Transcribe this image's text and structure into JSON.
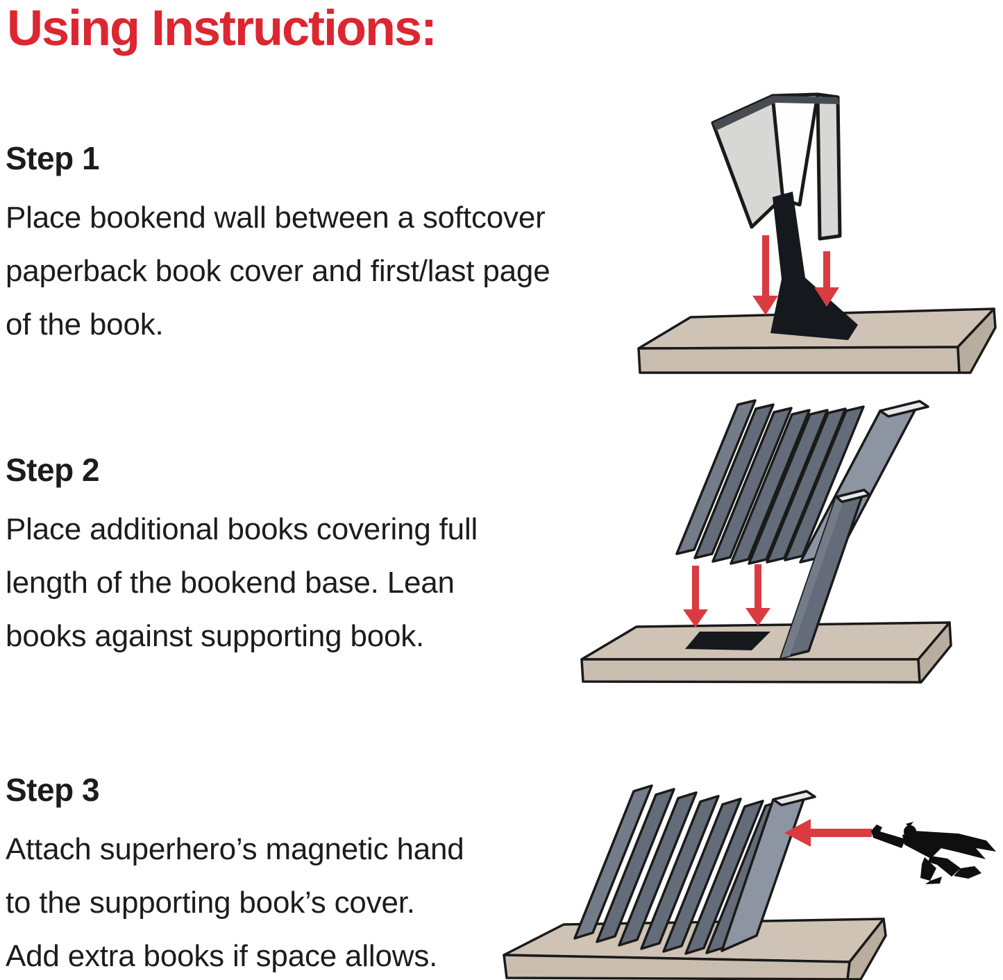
{
  "title": "Using Instructions:",
  "colors": {
    "title_red": "#dc2630",
    "arrow_red": "#d93b40",
    "text_black": "#1c1c1c",
    "outline_black": "#1a1a1a",
    "shelf_top": "#cfc3b5",
    "shelf_front": "#c9bdaf",
    "shelf_side": "#b9ad9f",
    "book_spine_gray": "#646c79",
    "book_spine_light": "#747c89",
    "book_cover_light": "#8d94a2",
    "book_top_face": "#e7e9ec",
    "book_top_band": "#474c53",
    "paperback_cover_gray": "#d7d7d5",
    "page_white": "#fdfdfd",
    "bookend_black": "#15181c",
    "hero_black": "#0f0f10"
  },
  "steps": [
    {
      "heading": "Step 1",
      "lines": [
        "Place bookend wall between a softcover",
        "paperback book cover and first/last page",
        "of the book."
      ],
      "illustration": "bookend-wall-between-cover-and-first-page"
    },
    {
      "heading": "Step 2",
      "lines": [
        "Place additional books covering full",
        "length of the bookend base. Lean",
        "books against supporting book."
      ],
      "illustration": "books-covering-bookend-base"
    },
    {
      "heading": "Step 3",
      "lines": [
        "Attach superhero’s magnetic hand",
        "to the supporting book’s cover.",
        "Add extra books if space allows."
      ],
      "illustration": "superhero-magnetic-hand-attach"
    }
  ]
}
